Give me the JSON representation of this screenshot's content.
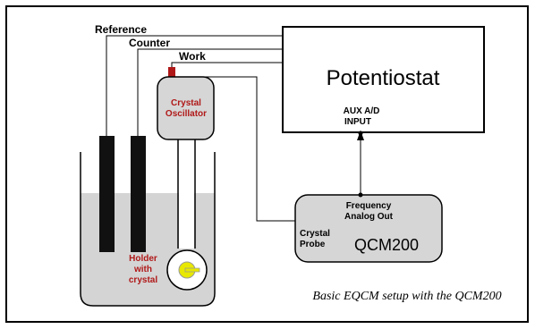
{
  "wires": {
    "reference_label": "Reference",
    "counter_label": "Counter",
    "work_label": "Work"
  },
  "potentiostat": {
    "title": "Potentiostat",
    "aux_line1": "AUX A/D",
    "aux_line2": "INPUT"
  },
  "oscillator": {
    "line1": "Crystal",
    "line2": "Oscillator"
  },
  "holder": {
    "line1": "Holder",
    "line2": "with",
    "line3": "crystal"
  },
  "qcm": {
    "title": "QCM200",
    "freq_line1": "Frequency",
    "freq_line2": "Analog Out",
    "probe_line1": "Crystal",
    "probe_line2": "Probe"
  },
  "caption": "Basic EQCM setup with the QCM200",
  "colors": {
    "accent_red": "#b01818",
    "liquid_gray": "#d4d4d4",
    "box_gray": "#d6d6d6",
    "electrode": "#111111",
    "crystal_yellow": "#e8e800"
  }
}
